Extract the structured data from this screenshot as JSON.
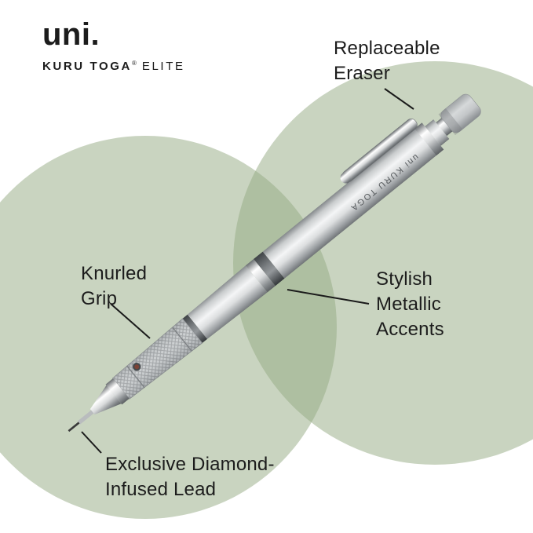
{
  "brand": {
    "logo": "uni.",
    "product_name": "KURU TOGA",
    "registered_mark": "®",
    "product_line": "ELITE"
  },
  "pencil": {
    "barrel_text": "uni KURU TOGA"
  },
  "callouts": {
    "eraser": {
      "lines": [
        "Replaceable",
        "Eraser"
      ]
    },
    "grip": {
      "lines": [
        "Knurled",
        "Grip"
      ]
    },
    "accents": {
      "lines": [
        "Stylish",
        "Metallic",
        "Accents"
      ]
    },
    "lead": {
      "lines": [
        "Exclusive Diamond-",
        "Infused Lead"
      ]
    }
  },
  "colors": {
    "background": "#ffffff",
    "text": "#1c1c1c",
    "circle_fill": "rgba(147,169,130,0.5)",
    "leader_line": "#1a1a1a"
  }
}
